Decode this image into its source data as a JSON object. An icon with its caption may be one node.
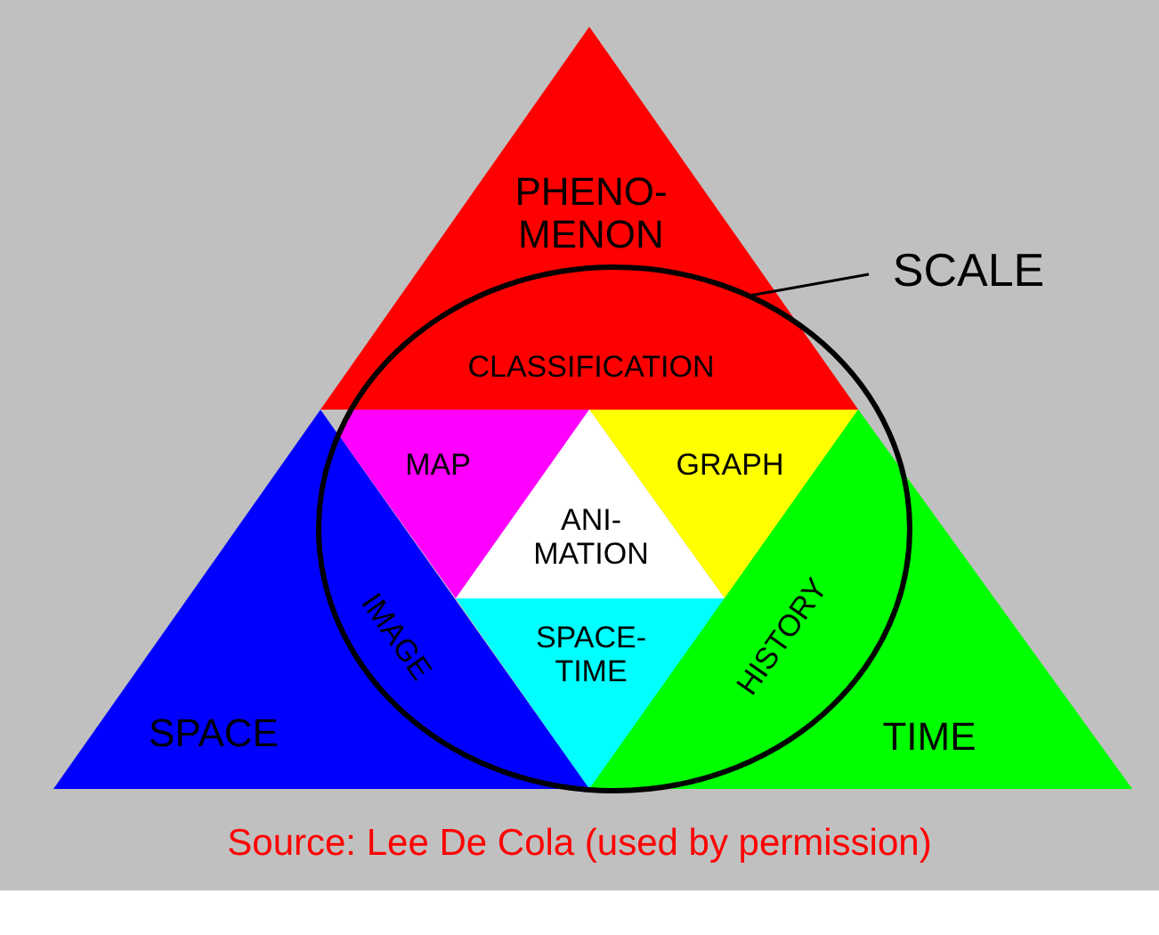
{
  "diagram": {
    "caption": "Source: Lee De Cola (used by permission)",
    "nodes": [
      {
        "text": [
          "PHENO-MENON"
        ]
      },
      {
        "text": [
          "SCALE"
        ]
      },
      {
        "text": [],
        "shape": "circle"
      },
      {
        "text": [
          "CLASSIFICATION"
        ]
      },
      {
        "text": [
          "MAP"
        ],
        "in": 2
      },
      {
        "text": [
          "GRAPH"
        ],
        "in": 2
      },
      {
        "text": [
          "ANI-MATION"
        ],
        "in": 2
      },
      {
        "text": [
          "IMAGE"
        ]
      },
      {
        "text": [
          "SPACE-TIME"
        ],
        "in": 2
      },
      {
        "text": [
          "HISTORY"
        ]
      },
      {
        "text": [
          "SPACE"
        ]
      },
      {
        "text": [
          "TIME"
        ]
      }
    ],
    "edges": [
      {
        "from": 1,
        "to": 2,
        "arrow": "none"
      }
    ]
  }
}
